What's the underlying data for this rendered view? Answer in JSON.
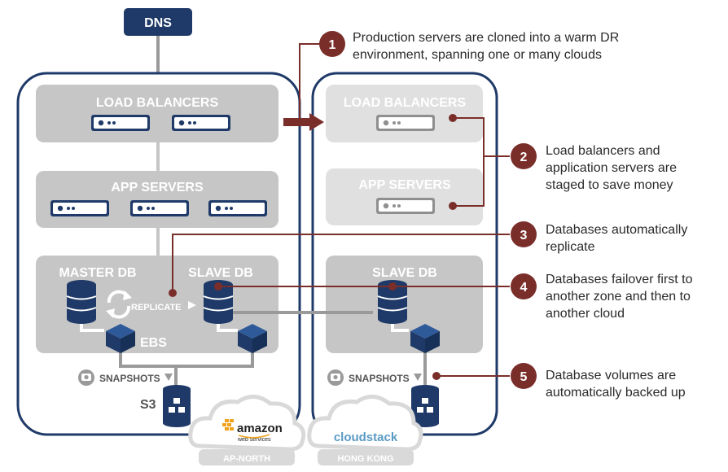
{
  "dns": "DNS",
  "left_cloud": {
    "load_balancers": "LOAD BALANCERS",
    "app_servers": "APP SERVERS",
    "master_db": "MASTER DB",
    "slave_db": "SLAVE DB",
    "replicate": "REPLICATE",
    "ebs": "EBS",
    "snapshots": "SNAPSHOTS",
    "s3": "S3",
    "provider_logo": "amazon",
    "provider_sub": "web services",
    "region": "AP-NORTH"
  },
  "right_cloud": {
    "load_balancers": "LOAD BALANCERS",
    "app_servers": "APP SERVERS",
    "slave_db": "SLAVE DB",
    "snapshots": "SNAPSHOTS",
    "provider_logo": "cloudstack",
    "region": "HONG KONG"
  },
  "callouts": [
    {
      "num": "1",
      "line1": "Production servers are cloned into a warm DR",
      "line2": "environment, spanning one or many clouds",
      "line3": ""
    },
    {
      "num": "2",
      "line1": "Load balancers and",
      "line2": "application servers are",
      "line3": "staged to save money"
    },
    {
      "num": "3",
      "line1": "Databases automatically",
      "line2": "replicate",
      "line3": ""
    },
    {
      "num": "4",
      "line1": "Databases failover first to",
      "line2": "another zone and then to",
      "line3": "another cloud"
    },
    {
      "num": "5",
      "line1": "Database volumes are",
      "line2": "automatically backed up",
      "line3": ""
    }
  ],
  "colors": {
    "navy": "#1f3a68",
    "callout": "#7a2e2a",
    "panel_dark": "#c6c6c6",
    "panel_light": "#e0e0e0",
    "cloud_gray": "#d9d9d9"
  }
}
